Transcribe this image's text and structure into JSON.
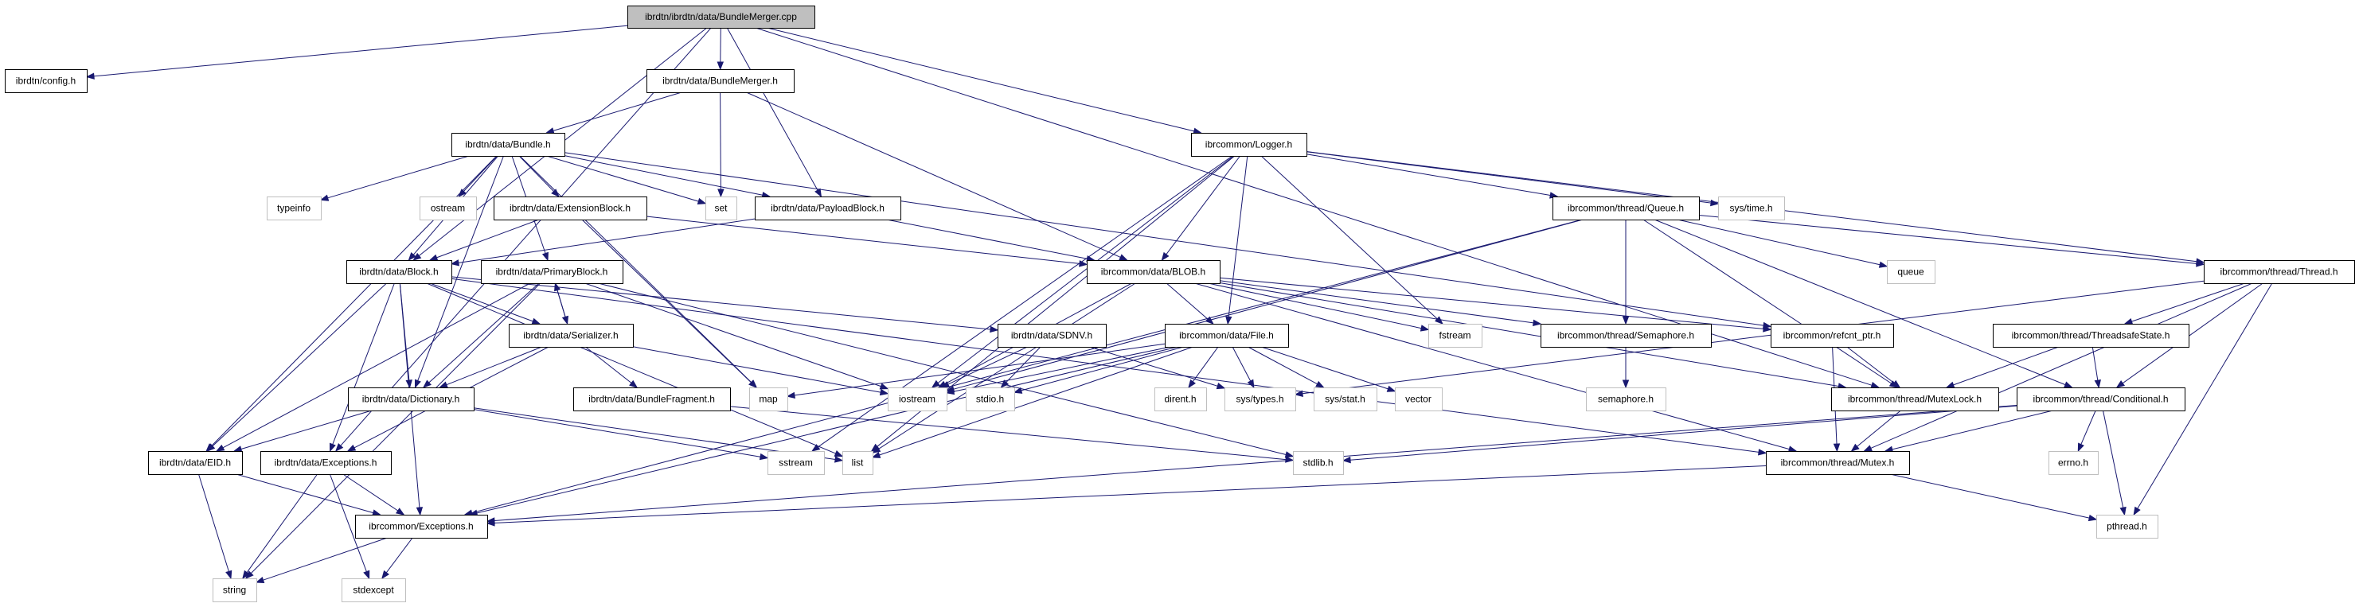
{
  "diagram": {
    "type": "include-dependency-graph",
    "colors": {
      "edge": "#191970",
      "root_fill": "#bfbfbf",
      "local_border": "#000000",
      "system_border": "#bfbfbf"
    },
    "nodes": [
      {
        "id": "root",
        "label": "ibrdtn/ibrdtn/data/BundleMerger.cpp",
        "kind": "root"
      },
      {
        "id": "config",
        "label": "ibrdtn/config.h",
        "kind": "local"
      },
      {
        "id": "bmh",
        "label": "ibrdtn/data/BundleMerger.h",
        "kind": "local"
      },
      {
        "id": "bundle",
        "label": "ibrdtn/data/Bundle.h",
        "kind": "local"
      },
      {
        "id": "logger",
        "label": "ibrcommon/Logger.h",
        "kind": "local"
      },
      {
        "id": "typeinfo",
        "label": "typeinfo",
        "kind": "system"
      },
      {
        "id": "ostream",
        "label": "ostream",
        "kind": "system"
      },
      {
        "id": "extblock",
        "label": "ibrdtn/data/ExtensionBlock.h",
        "kind": "local"
      },
      {
        "id": "set",
        "label": "set",
        "kind": "system"
      },
      {
        "id": "payload",
        "label": "ibrdtn/data/PayloadBlock.h",
        "kind": "local"
      },
      {
        "id": "queueh",
        "label": "ibrcommon/thread/Queue.h",
        "kind": "local"
      },
      {
        "id": "systime",
        "label": "sys/time.h",
        "kind": "system"
      },
      {
        "id": "block",
        "label": "ibrdtn/data/Block.h",
        "kind": "local"
      },
      {
        "id": "primary",
        "label": "ibrdtn/data/PrimaryBlock.h",
        "kind": "local"
      },
      {
        "id": "blob",
        "label": "ibrcommon/data/BLOB.h",
        "kind": "local"
      },
      {
        "id": "queue",
        "label": "queue",
        "kind": "system"
      },
      {
        "id": "thread",
        "label": "ibrcommon/thread/Thread.h",
        "kind": "local"
      },
      {
        "id": "serializer",
        "label": "ibrdtn/data/Serializer.h",
        "kind": "local"
      },
      {
        "id": "sdnv",
        "label": "ibrdtn/data/SDNV.h",
        "kind": "local"
      },
      {
        "id": "file",
        "label": "ibrcommon/data/File.h",
        "kind": "local"
      },
      {
        "id": "fstream",
        "label": "fstream",
        "kind": "system"
      },
      {
        "id": "semaphoreh",
        "label": "ibrcommon/thread/Semaphore.h",
        "kind": "local"
      },
      {
        "id": "refcnt",
        "label": "ibrcommon/refcnt_ptr.h",
        "kind": "local"
      },
      {
        "id": "tsstate",
        "label": "ibrcommon/thread/ThreadsafeState.h",
        "kind": "local"
      },
      {
        "id": "dictionary",
        "label": "ibrdtn/data/Dictionary.h",
        "kind": "local"
      },
      {
        "id": "fragment",
        "label": "ibrdtn/data/BundleFragment.h",
        "kind": "local"
      },
      {
        "id": "map",
        "label": "map",
        "kind": "system"
      },
      {
        "id": "iostream",
        "label": "iostream",
        "kind": "system"
      },
      {
        "id": "stdio",
        "label": "stdio.h",
        "kind": "system"
      },
      {
        "id": "dirent",
        "label": "dirent.h",
        "kind": "system"
      },
      {
        "id": "systypes",
        "label": "sys/types.h",
        "kind": "system"
      },
      {
        "id": "sysstat",
        "label": "sys/stat.h",
        "kind": "system"
      },
      {
        "id": "vector",
        "label": "vector",
        "kind": "system"
      },
      {
        "id": "semaphore",
        "label": "semaphore.h",
        "kind": "system"
      },
      {
        "id": "mutexlock",
        "label": "ibrcommon/thread/MutexLock.h",
        "kind": "local"
      },
      {
        "id": "conditional",
        "label": "ibrcommon/thread/Conditional.h",
        "kind": "local"
      },
      {
        "id": "eid",
        "label": "ibrdtn/data/EID.h",
        "kind": "local"
      },
      {
        "id": "dexceptions",
        "label": "ibrdtn/data/Exceptions.h",
        "kind": "local"
      },
      {
        "id": "sstream",
        "label": "sstream",
        "kind": "system"
      },
      {
        "id": "list",
        "label": "list",
        "kind": "system"
      },
      {
        "id": "stdlib",
        "label": "stdlib.h",
        "kind": "system"
      },
      {
        "id": "mutex",
        "label": "ibrcommon/thread/Mutex.h",
        "kind": "local"
      },
      {
        "id": "errno",
        "label": "errno.h",
        "kind": "system"
      },
      {
        "id": "cexceptions",
        "label": "ibrcommon/Exceptions.h",
        "kind": "local"
      },
      {
        "id": "pthread",
        "label": "pthread.h",
        "kind": "system"
      },
      {
        "id": "string",
        "label": "string",
        "kind": "system"
      },
      {
        "id": "stdexcept",
        "label": "stdexcept",
        "kind": "system"
      }
    ],
    "edges": [
      [
        "root",
        "config"
      ],
      [
        "root",
        "bmh"
      ],
      [
        "root",
        "logger"
      ],
      [
        "root",
        "payload"
      ],
      [
        "root",
        "block"
      ],
      [
        "root",
        "dexceptions"
      ],
      [
        "root",
        "mutexlock"
      ],
      [
        "bmh",
        "bundle"
      ],
      [
        "bmh",
        "set"
      ],
      [
        "bmh",
        "blob"
      ],
      [
        "bundle",
        "typeinfo"
      ],
      [
        "bundle",
        "ostream"
      ],
      [
        "bundle",
        "extblock"
      ],
      [
        "bundle",
        "set"
      ],
      [
        "bundle",
        "payload"
      ],
      [
        "bundle",
        "block"
      ],
      [
        "bundle",
        "primary"
      ],
      [
        "bundle",
        "dictionary"
      ],
      [
        "bundle",
        "eid"
      ],
      [
        "bundle",
        "map"
      ],
      [
        "bundle",
        "refcnt"
      ],
      [
        "extblock",
        "block"
      ],
      [
        "extblock",
        "blob"
      ],
      [
        "extblock",
        "map"
      ],
      [
        "payload",
        "block"
      ],
      [
        "payload",
        "blob"
      ],
      [
        "block",
        "serializer"
      ],
      [
        "block",
        "dictionary"
      ],
      [
        "block",
        "eid"
      ],
      [
        "block",
        "dexceptions"
      ],
      [
        "block",
        "cexceptions"
      ],
      [
        "block",
        "sdnv"
      ],
      [
        "block",
        "list"
      ],
      [
        "block",
        "mutex"
      ],
      [
        "primary",
        "serializer"
      ],
      [
        "primary",
        "dictionary"
      ],
      [
        "primary",
        "eid"
      ],
      [
        "primary",
        "iostream"
      ],
      [
        "primary",
        "string"
      ],
      [
        "primary",
        "stdlib"
      ],
      [
        "serializer",
        "primary"
      ],
      [
        "serializer",
        "dictionary"
      ],
      [
        "serializer",
        "fragment"
      ],
      [
        "serializer",
        "dexceptions"
      ],
      [
        "serializer",
        "iostream"
      ],
      [
        "dictionary",
        "eid"
      ],
      [
        "dictionary",
        "sstream"
      ],
      [
        "dictionary",
        "list"
      ],
      [
        "fragment",
        "stdlib"
      ],
      [
        "eid",
        "string"
      ],
      [
        "eid",
        "cexceptions"
      ],
      [
        "dexceptions",
        "cexceptions"
      ],
      [
        "dexceptions",
        "string"
      ],
      [
        "dexceptions",
        "stdexcept"
      ],
      [
        "cexceptions",
        "string"
      ],
      [
        "cexceptions",
        "stdexcept"
      ],
      [
        "logger",
        "blob"
      ],
      [
        "logger",
        "file"
      ],
      [
        "logger",
        "queueh"
      ],
      [
        "logger",
        "systime"
      ],
      [
        "logger",
        "thread"
      ],
      [
        "logger",
        "fstream"
      ],
      [
        "logger",
        "sstream"
      ],
      [
        "logger",
        "iostream"
      ],
      [
        "logger",
        "list"
      ],
      [
        "queueh",
        "semaphoreh"
      ],
      [
        "queueh",
        "queue"
      ],
      [
        "queueh",
        "thread"
      ],
      [
        "queueh",
        "mutexlock"
      ],
      [
        "queueh",
        "conditional"
      ],
      [
        "queueh",
        "cexceptions"
      ],
      [
        "queueh",
        "iostream"
      ],
      [
        "blob",
        "file"
      ],
      [
        "blob",
        "fstream"
      ],
      [
        "blob",
        "semaphoreh"
      ],
      [
        "blob",
        "refcnt"
      ],
      [
        "blob",
        "mutexlock"
      ],
      [
        "blob",
        "mutex"
      ],
      [
        "blob",
        "iostream"
      ],
      [
        "blob",
        "list"
      ],
      [
        "file",
        "dirent"
      ],
      [
        "file",
        "systypes"
      ],
      [
        "file",
        "sysstat"
      ],
      [
        "file",
        "vector"
      ],
      [
        "file",
        "map"
      ],
      [
        "file",
        "iostream"
      ],
      [
        "file",
        "stdio"
      ],
      [
        "file",
        "list"
      ],
      [
        "file",
        "cexceptions"
      ],
      [
        "sdnv",
        "iostream"
      ],
      [
        "sdnv",
        "stdio"
      ],
      [
        "sdnv",
        "systypes"
      ],
      [
        "semaphoreh",
        "semaphore"
      ],
      [
        "refcnt",
        "mutexlock"
      ],
      [
        "refcnt",
        "mutex"
      ],
      [
        "thread",
        "tsstate"
      ],
      [
        "thread",
        "conditional"
      ],
      [
        "thread",
        "mutex"
      ],
      [
        "thread",
        "pthread"
      ],
      [
        "thread",
        "systypes"
      ],
      [
        "tsstate",
        "mutexlock"
      ],
      [
        "tsstate",
        "conditional"
      ],
      [
        "mutexlock",
        "mutex"
      ],
      [
        "conditional",
        "mutex"
      ],
      [
        "conditional",
        "errno"
      ],
      [
        "conditional",
        "pthread"
      ],
      [
        "conditional",
        "stdlib"
      ],
      [
        "conditional",
        "cexceptions"
      ],
      [
        "mutex",
        "pthread"
      ],
      [
        "mutex",
        "cexceptions"
      ]
    ]
  }
}
